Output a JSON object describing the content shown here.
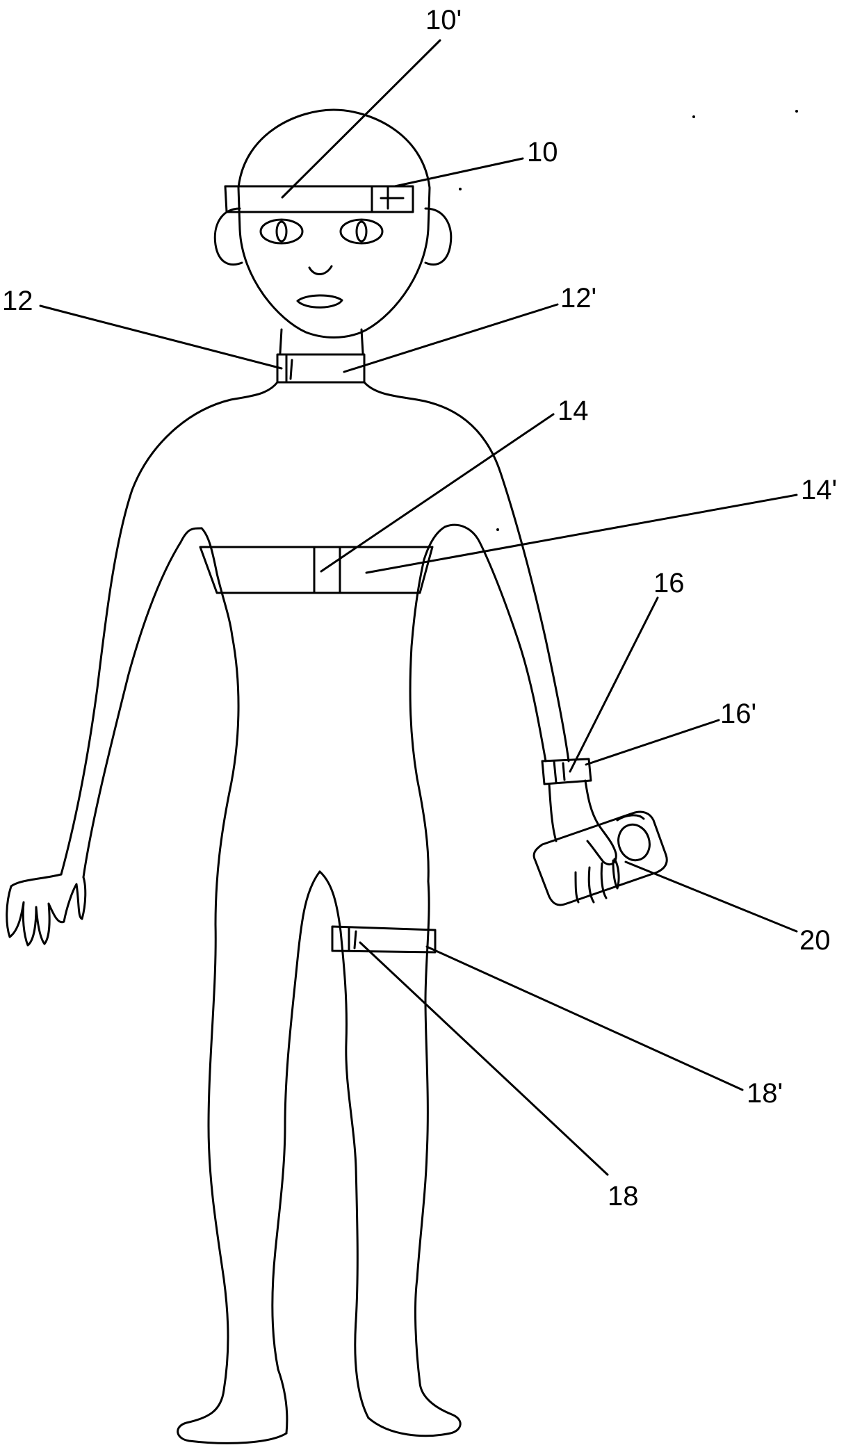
{
  "figure": {
    "labels": {
      "l10p": "10'",
      "l10": "10",
      "l12": "12",
      "l12p": "12'",
      "l14": "14",
      "l14p": "14'",
      "l16": "16",
      "l16p": "16'",
      "l20": "20",
      "l18p": "18'",
      "l18": "18"
    },
    "colors": {
      "line": "#000000",
      "background": "#ffffff"
    }
  }
}
